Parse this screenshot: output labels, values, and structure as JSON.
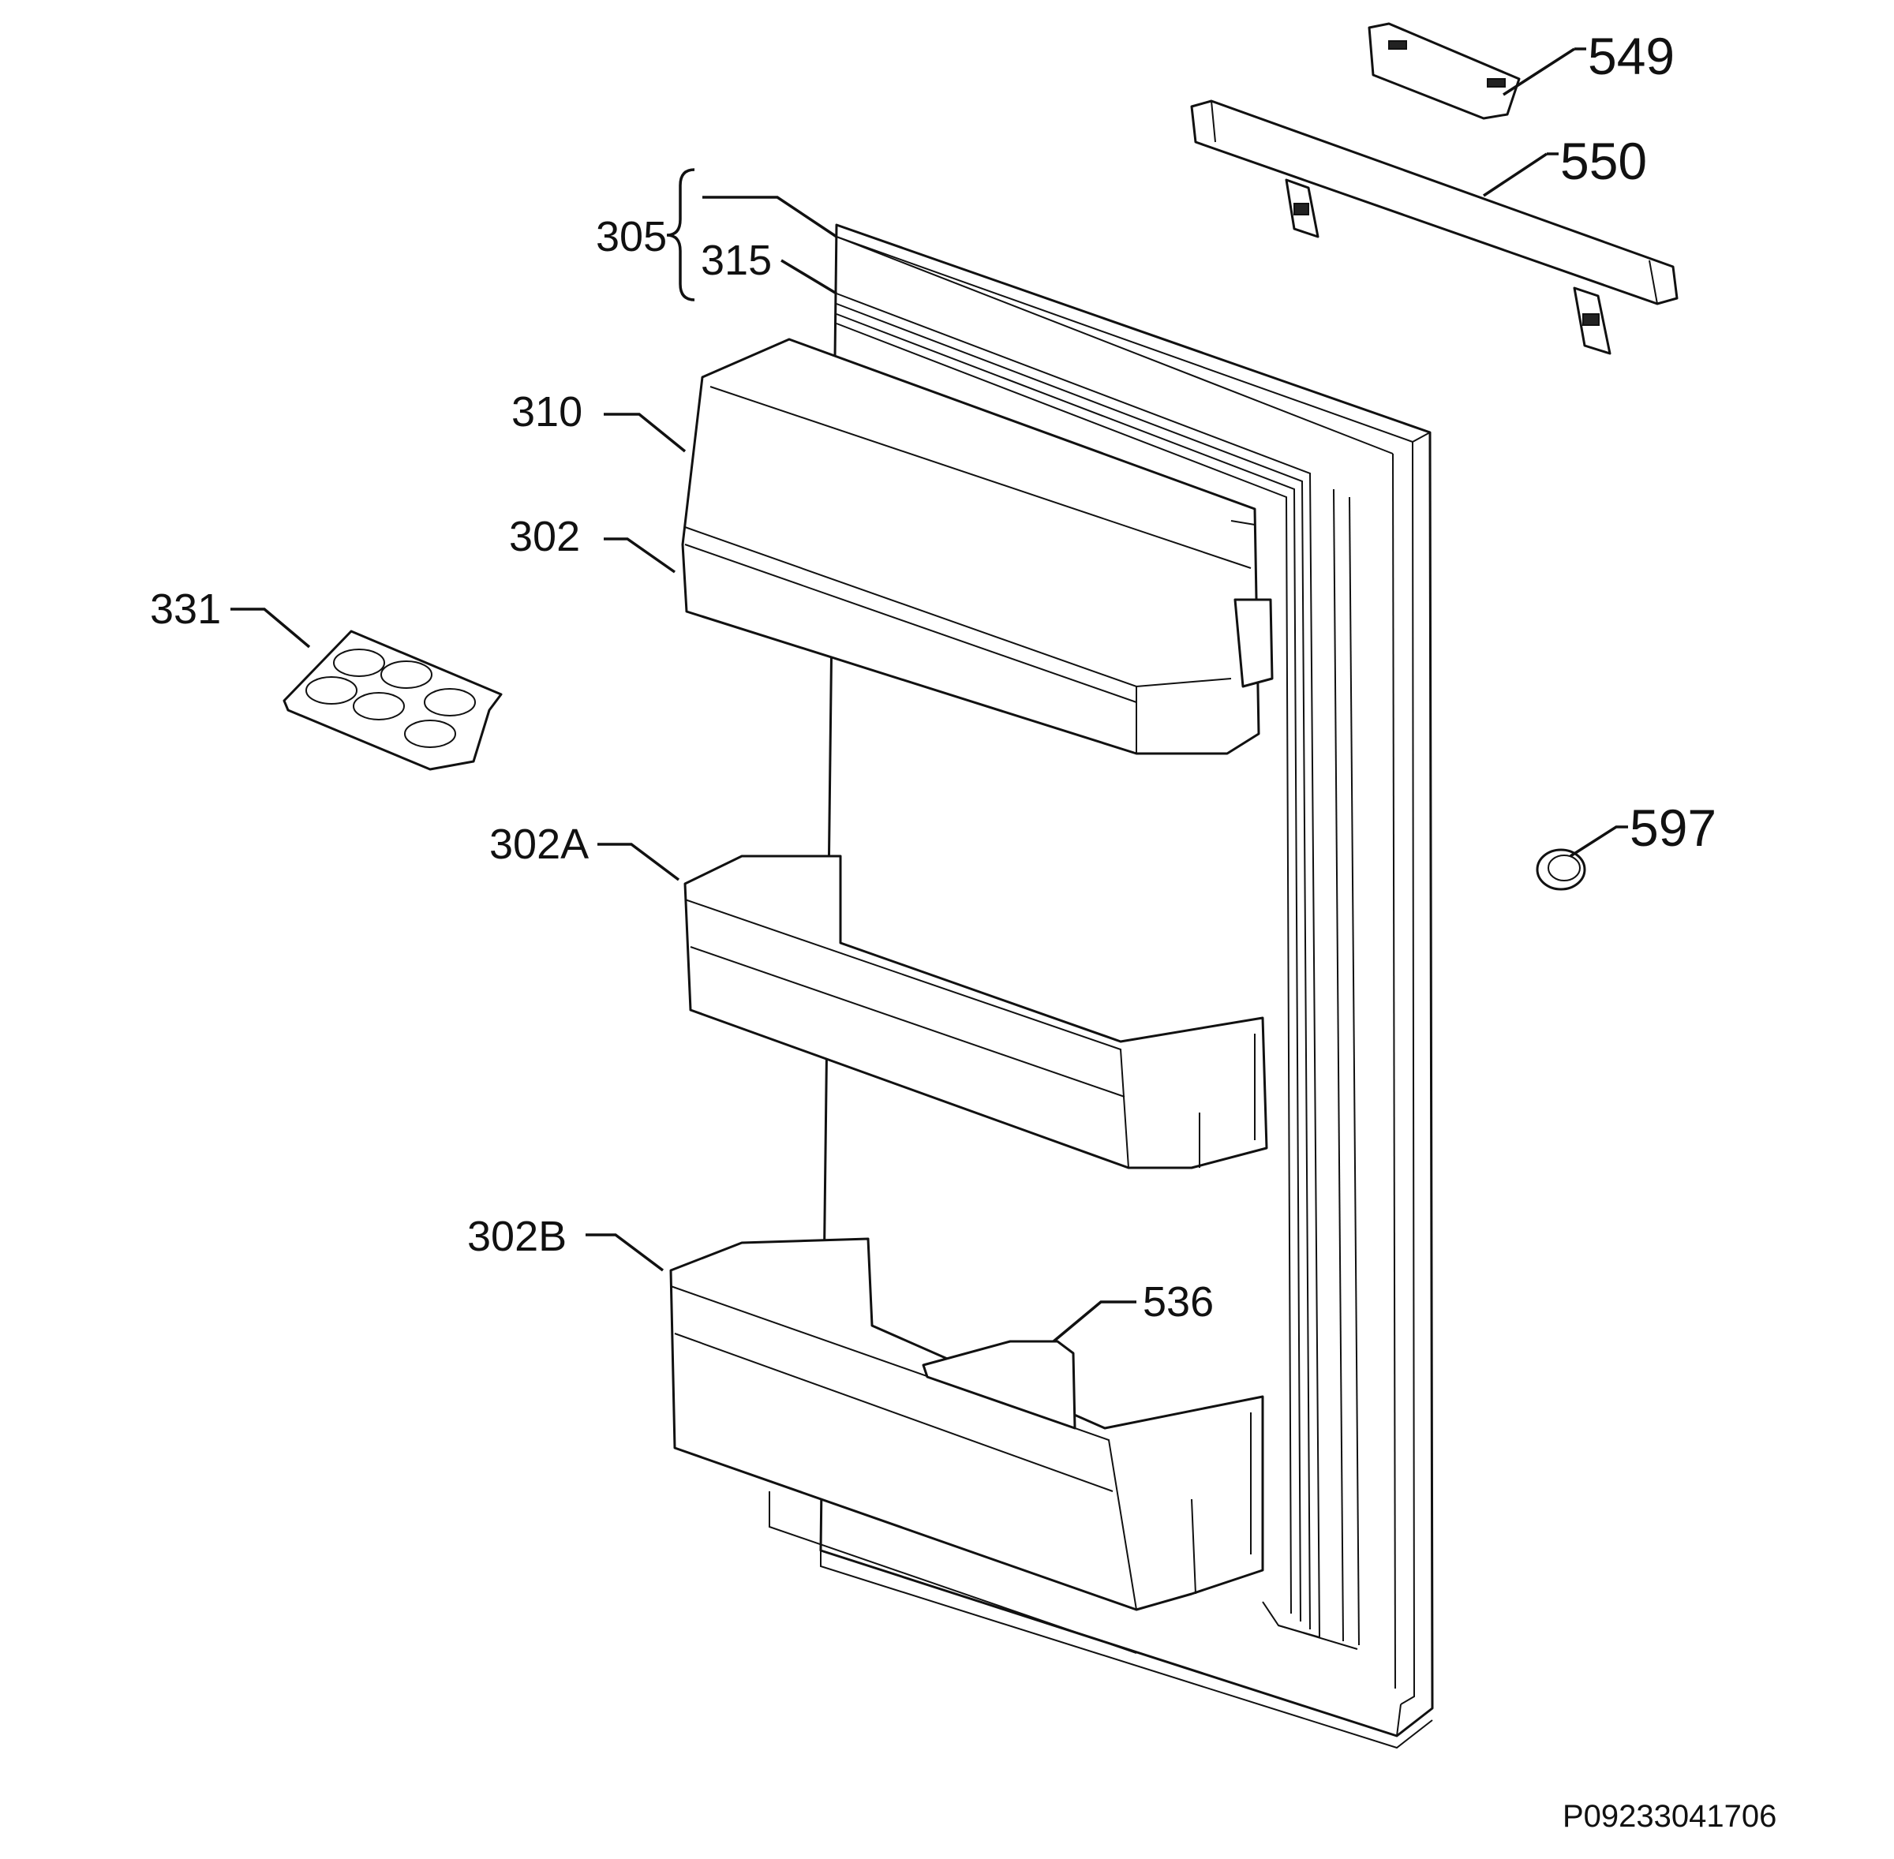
{
  "labels": {
    "p305": "305",
    "p315": "315",
    "p310": "310",
    "p302": "302",
    "p331": "331",
    "p302a": "302A",
    "p302b": "302B",
    "p536": "536",
    "p549": "549",
    "p550": "550",
    "p597": "597"
  },
  "drawing_code": "P09233041706"
}
